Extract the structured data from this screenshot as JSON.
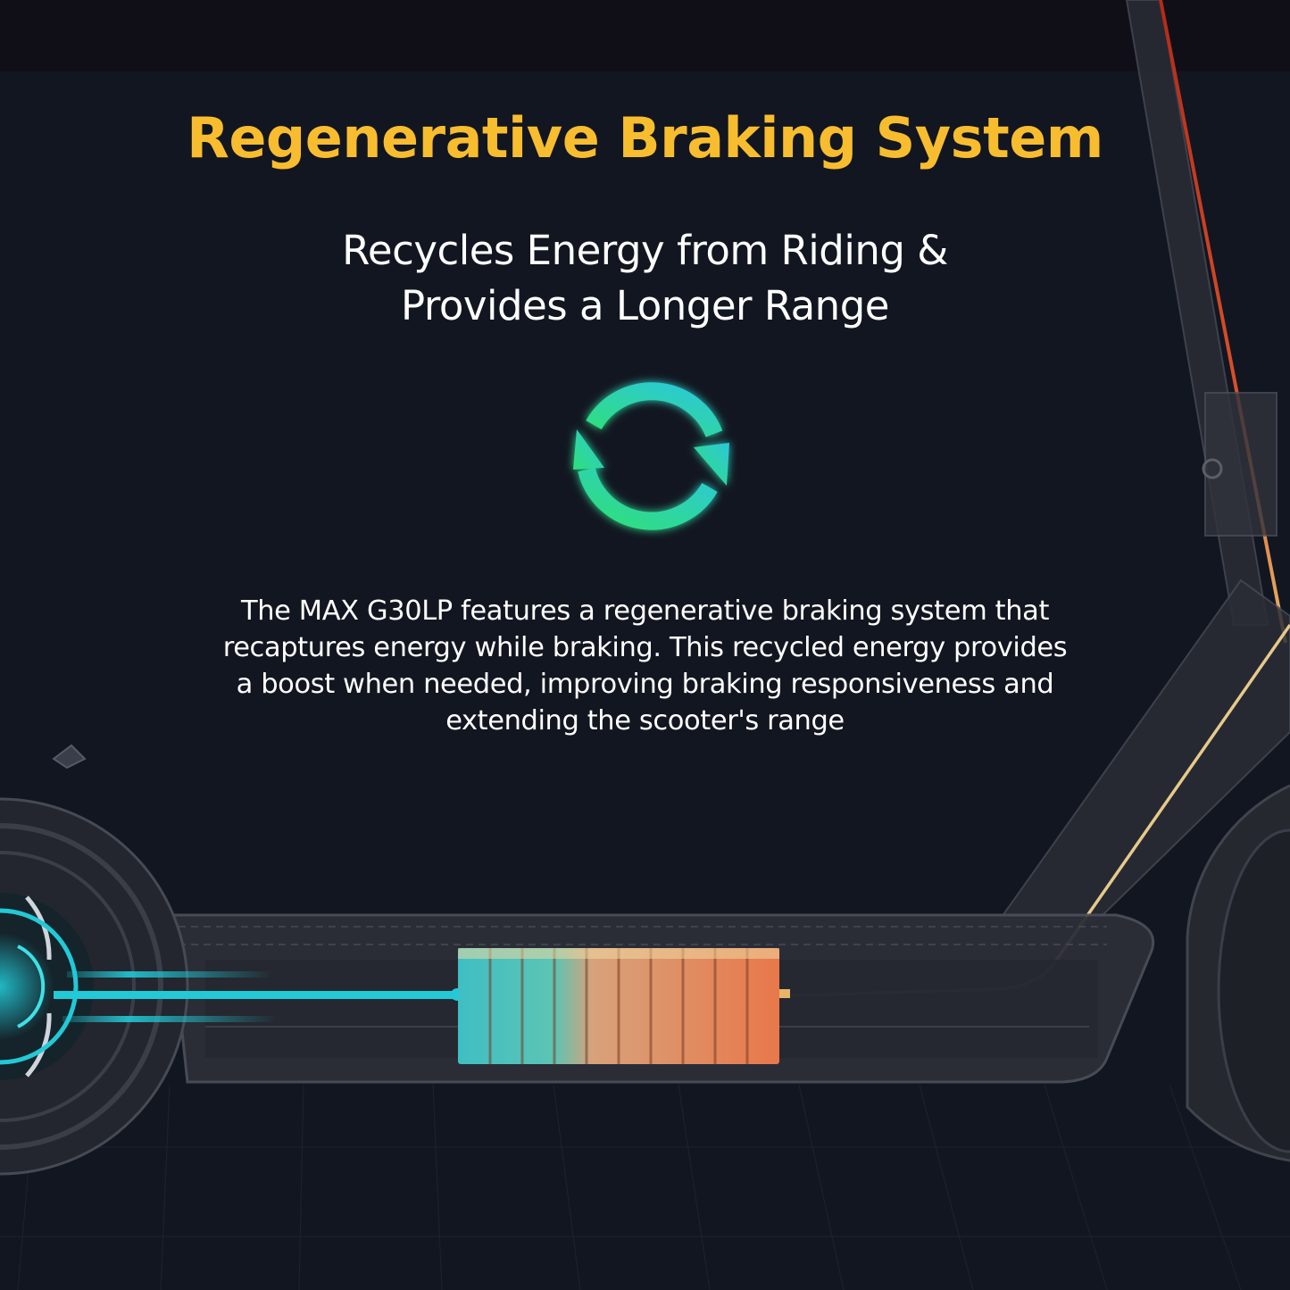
{
  "header": {
    "title": "Regenerative Braking System",
    "subtitle_lines": [
      "Recycles Energy from Riding &",
      "Provides a Longer Range"
    ]
  },
  "icon": {
    "name": "recycle-arrows-icon",
    "gradient_start": "#2fe07a",
    "gradient_end": "#2cc8d8"
  },
  "description": {
    "lines": [
      "The MAX G30LP features a regenerative braking system that",
      "recaptures energy while braking. This recycled energy provides",
      "a boost when needed, improving braking responsiveness and",
      "extending the scooter's range"
    ]
  },
  "illustration": {
    "subject": "electric-scooter-xray",
    "battery_cells": 10,
    "colors": {
      "title": "#f8bd2f",
      "energy_in": "#22c9d6",
      "energy_out": "#e7b56a",
      "stem_line": "#c9381f",
      "cell_hot": "#e8784a",
      "cell_cool": "#3fbfc3",
      "background": "#121620"
    }
  }
}
